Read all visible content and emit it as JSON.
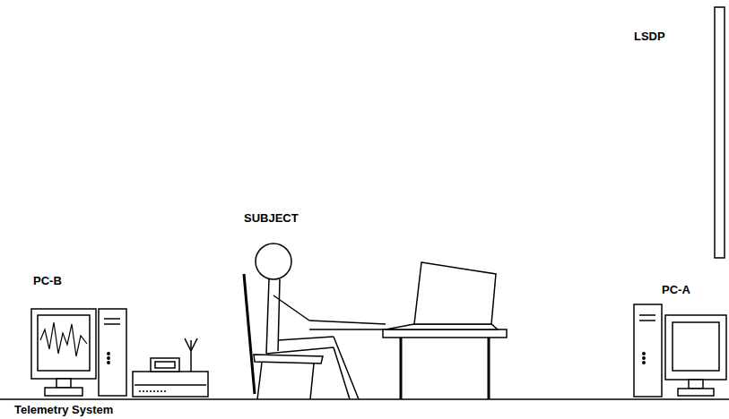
{
  "diagram": {
    "labels": [
      "LSDP",
      "SUBJECT",
      "PC-B",
      "PC-A",
      "Telemetry System"
    ]
  }
}
